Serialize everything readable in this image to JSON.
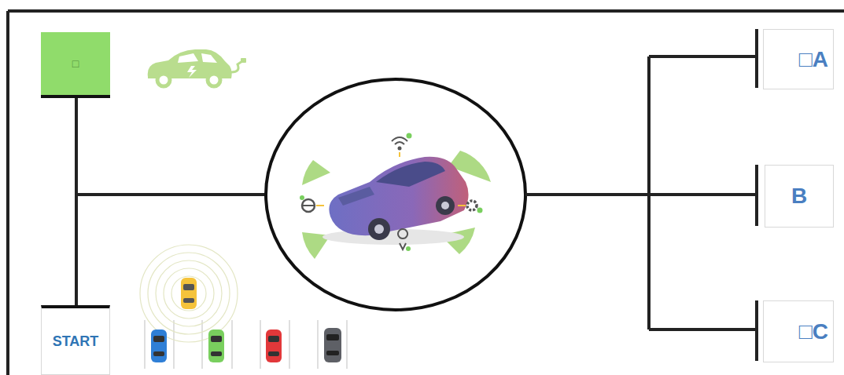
{
  "diagram": {
    "nodes": [
      {
        "text": [
          "□"
        ]
      },
      {
        "text": [
          "START"
        ]
      },
      {
        "text": [
          "□A"
        ]
      },
      {
        "text": [
          "B"
        ]
      },
      {
        "text": [
          "□C"
        ]
      }
    ],
    "edges": [
      {
        "from": 0,
        "to": 1,
        "arrow": "none"
      }
    ]
  }
}
